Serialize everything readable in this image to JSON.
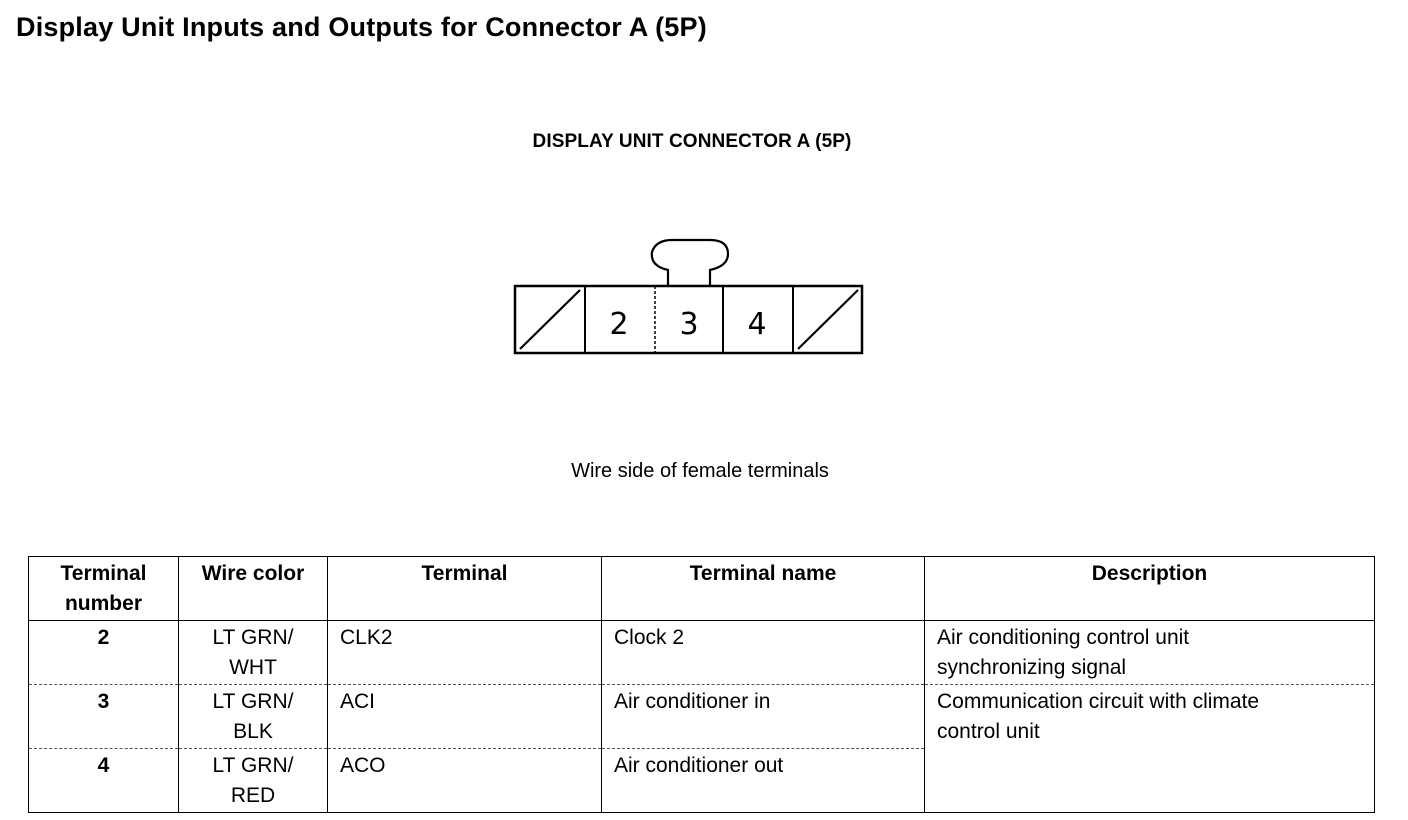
{
  "page_title": "Display Unit Inputs and Outputs for Connector A (5P)",
  "connector": {
    "title": "DISPLAY UNIT CONNECTOR A (5P)",
    "pins": [
      "",
      "2",
      "3",
      "4",
      ""
    ],
    "caption": "Wire side of female terminals"
  },
  "table": {
    "headers": {
      "terminal_number_line1": "Terminal",
      "terminal_number_line2": "number",
      "wire_color": "Wire color",
      "terminal": "Terminal",
      "terminal_name": "Terminal name",
      "description": "Description"
    },
    "rows": [
      {
        "number": "2",
        "wire_color_line1": "LT GRN/",
        "wire_color_line2": "WHT",
        "terminal": "CLK2",
        "terminal_name": "Clock 2",
        "description_line1": "Air conditioning control unit",
        "description_line2": "synchronizing signal"
      },
      {
        "number": "3",
        "wire_color_line1": "LT GRN/",
        "wire_color_line2": "BLK",
        "terminal": "ACI",
        "terminal_name": "Air conditioner in",
        "description_line1": "Communication circuit with climate",
        "description_line2": "control unit"
      },
      {
        "number": "4",
        "wire_color_line1": "LT GRN/",
        "wire_color_line2": "RED",
        "terminal": "ACO",
        "terminal_name": "Air conditioner out"
      }
    ]
  }
}
